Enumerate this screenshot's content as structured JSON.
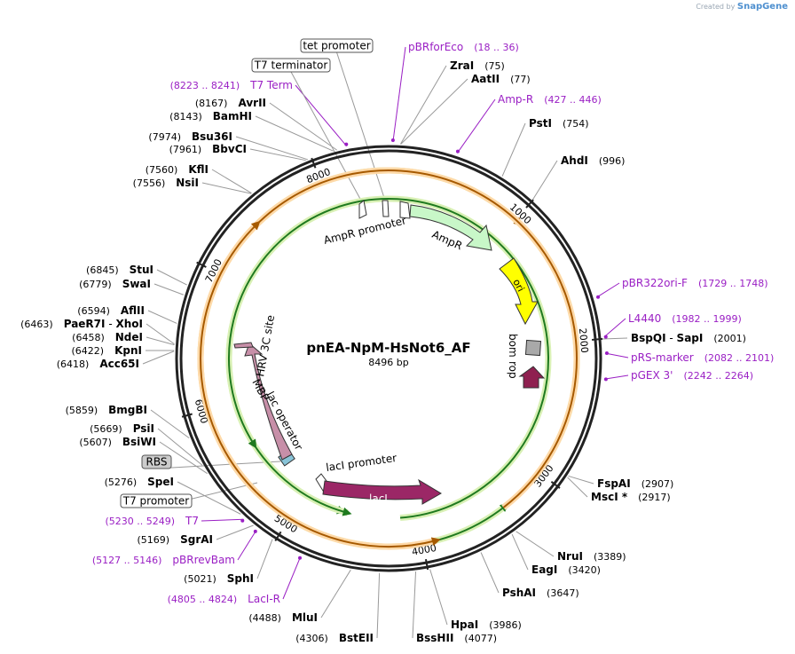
{
  "app": {
    "credit_prefix": "Created by",
    "credit_brand": "SnapGene"
  },
  "plasmid": {
    "name": "pnEA-NpM-HsNot6_AF",
    "length_label": "8496 bp",
    "length": 8496
  },
  "colors": {
    "primer": "#9a1fc4",
    "enzyme_text": "#000000",
    "ampr": "#c8f7c8",
    "ori": "#ffff00",
    "laci": "#9b2766",
    "mbp": "#c78fa8",
    "orf_arrow_green": "#1f7a1f",
    "orf_arrow_orange": "#c46a00"
  },
  "ticks": [
    {
      "label": "1000",
      "pos": 1000
    },
    {
      "label": "2000",
      "pos": 2000
    },
    {
      "label": "3000",
      "pos": 3000
    },
    {
      "label": "4000",
      "pos": 4000
    },
    {
      "label": "5000",
      "pos": 5000
    },
    {
      "label": "6000",
      "pos": 6000
    },
    {
      "label": "7000",
      "pos": 7000
    },
    {
      "label": "8000",
      "pos": 8000
    }
  ],
  "enzymes": [
    {
      "name": "ZraI",
      "pos_label": "(75)",
      "pos": 75
    },
    {
      "name": "AatII",
      "pos_label": "(77)",
      "pos": 77
    },
    {
      "name": "PstI",
      "pos_label": "(754)",
      "pos": 754
    },
    {
      "name": "AhdI",
      "pos_label": "(996)",
      "pos": 996
    },
    {
      "name": "BspQI",
      "sep": "-",
      "name2": "SapI",
      "pos_label": "(2001)",
      "pos": 2001
    },
    {
      "name": "FspAI",
      "pos_label": "(2907)",
      "pos": 2907
    },
    {
      "name": "MscI *",
      "pos_label": "(2917)",
      "pos": 2917
    },
    {
      "name": "NruI",
      "pos_label": "(3389)",
      "pos": 3389
    },
    {
      "name": "EagI",
      "pos_label": "(3420)",
      "pos": 3420
    },
    {
      "name": "PshAI",
      "pos_label": "(3647)",
      "pos": 3647
    },
    {
      "name": "HpaI",
      "pos_label": "(3986)",
      "pos": 3986
    },
    {
      "name": "BssHII",
      "pos_label": "(4077)",
      "pos": 4077
    },
    {
      "name": "BstEII",
      "pos_label": "(4306)",
      "pos": 4306
    },
    {
      "name": "MluI",
      "pos_label": "(4488)",
      "pos": 4488
    },
    {
      "name": "SphI",
      "pos_label": "(5021)",
      "pos": 5021
    },
    {
      "name": "SgrAI",
      "pos_label": "(5169)",
      "pos": 5169
    },
    {
      "name": "SpeI",
      "pos_label": "(5276)",
      "pos": 5276
    },
    {
      "name": "BsiWI",
      "pos_label": "(5607)",
      "pos": 5607
    },
    {
      "name": "PsiI",
      "pos_label": "(5669)",
      "pos": 5669
    },
    {
      "name": "BmgBI",
      "pos_label": "(5859)",
      "pos": 5859
    },
    {
      "name": "Acc65I",
      "pos_label": "(6418)",
      "pos": 6418
    },
    {
      "name": "KpnI",
      "pos_label": "(6422)",
      "pos": 6422
    },
    {
      "name": "NdeI",
      "pos_label": "(6458)",
      "pos": 6458
    },
    {
      "name": "PaeR7I",
      "sep": "-",
      "name2": "XhoI",
      "pos_label": "(6463)",
      "pos": 6463
    },
    {
      "name": "AflII",
      "pos_label": "(6594)",
      "pos": 6594
    },
    {
      "name": "SwaI",
      "pos_label": "(6779)",
      "pos": 6779
    },
    {
      "name": "StuI",
      "pos_label": "(6845)",
      "pos": 6845
    },
    {
      "name": "NsiI",
      "pos_label": "(7556)",
      "pos": 7556
    },
    {
      "name": "KflI",
      "pos_label": "(7560)",
      "pos": 7560
    },
    {
      "name": "BbvCI",
      "pos_label": "(7961)",
      "pos": 7961
    },
    {
      "name": "Bsu36I",
      "pos_label": "(7974)",
      "pos": 7974
    },
    {
      "name": "BamHI",
      "pos_label": "(8143)",
      "pos": 8143
    },
    {
      "name": "AvrII",
      "pos_label": "(8167)",
      "pos": 8167
    }
  ],
  "primers": [
    {
      "name": "pBRforEco",
      "range": "(18 .. 36)",
      "pos": 27
    },
    {
      "name": "Amp-R",
      "range": "(427 .. 446)",
      "pos": 436
    },
    {
      "name": "pBR322ori-F",
      "range": "(1729 .. 1748)",
      "pos": 1738
    },
    {
      "name": "L4440",
      "range": "(1982 .. 1999)",
      "pos": 1990
    },
    {
      "name": "pRS-marker",
      "range": "(2082 .. 2101)",
      "pos": 2091
    },
    {
      "name": "pGEX 3'",
      "range": "(2242 .. 2264)",
      "pos": 2253
    },
    {
      "name": "LacI-R",
      "range": "(4805 .. 4824)",
      "pos": 4814
    },
    {
      "name": "pBRrevBam",
      "range": "(5127 .. 5146)",
      "pos": 5136
    },
    {
      "name": "T7",
      "range": "(5230 .. 5249)",
      "pos": 5240
    },
    {
      "name": "T7 Term",
      "range": "(8223 .. 8241)",
      "pos": 8232
    }
  ],
  "boxed_features": [
    "tet promoter",
    "T7 terminator",
    "RBS",
    "T7 promoter"
  ],
  "features": {
    "ampr_promoter": "AmpR promoter",
    "ampr": "AmpR",
    "ori": "ori",
    "bom": "bom",
    "rop": "rop",
    "lacI_promoter": "lacI promoter",
    "lacI": "lacI",
    "lac_operator": "lac operator",
    "mbp": "MBP",
    "hrv": "HRV 3C site"
  }
}
